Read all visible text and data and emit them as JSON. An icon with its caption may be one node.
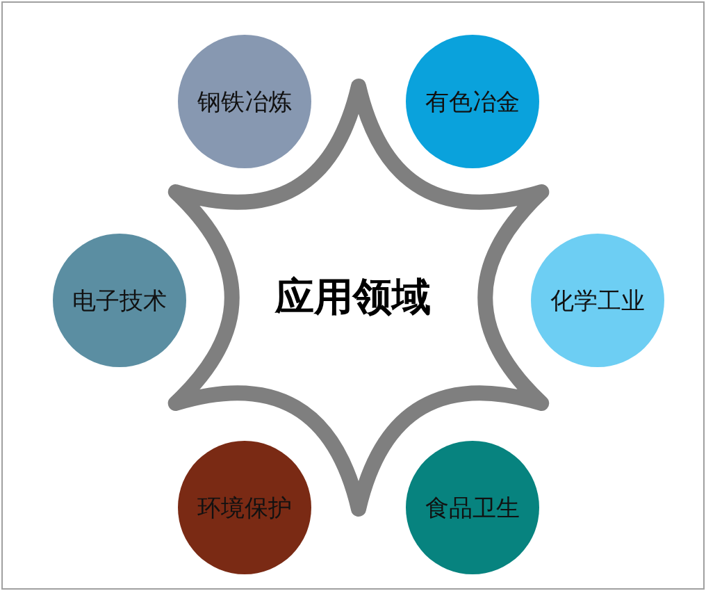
{
  "diagram": {
    "nodes": [
      {
        "text": [
          "钢铁冶炼"
        ]
      },
      {
        "text": [
          "有色冶金"
        ]
      },
      {
        "text": [
          "电子技术"
        ]
      },
      {
        "text": [
          "应用领域"
        ]
      },
      {
        "text": [
          "化学工业"
        ]
      },
      {
        "text": [
          "环境保护"
        ]
      },
      {
        "text": [
          "食品卫生"
        ]
      }
    ],
    "edges": []
  }
}
